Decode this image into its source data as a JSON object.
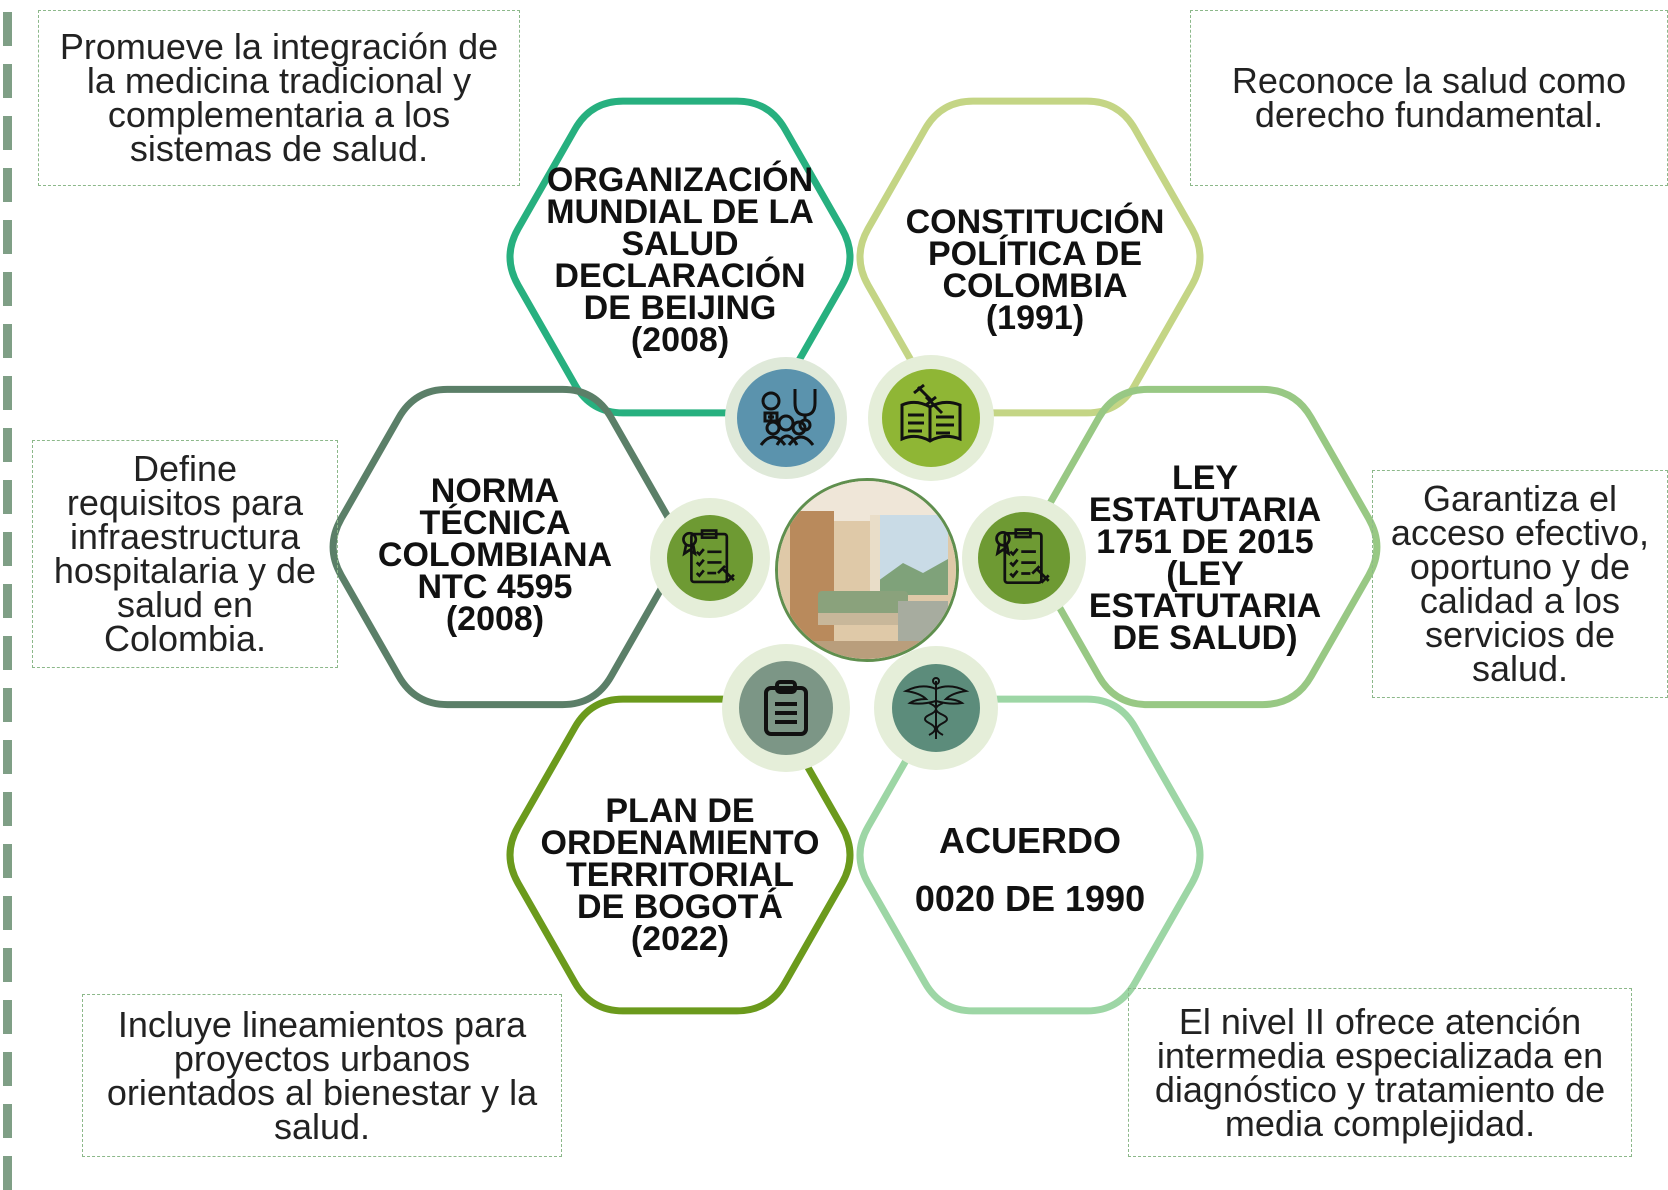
{
  "hexagons": [
    {
      "id": "oms",
      "lines": [
        "ORGANIZACIÓN",
        "MUNDIAL DE LA",
        "SALUD",
        "DECLARACIÓN",
        "DE BEIJING",
        "(2008)"
      ],
      "color": "#27b07f"
    },
    {
      "id": "constitucion",
      "lines": [
        "CONSTITUCIÓN",
        "POLÍTICA DE",
        "COLOMBIA",
        "(1991)"
      ],
      "color": "#c4d585"
    },
    {
      "id": "norma",
      "lines": [
        "NORMA",
        "TÉCNICA",
        "COLOMBIANA",
        "NTC 4595",
        "(2008)"
      ],
      "color": "#5b7f68"
    },
    {
      "id": "ley",
      "lines": [
        "LEY",
        "ESTATUTARIA",
        "1751 DE 2015",
        "(LEY",
        "ESTATUTARIA",
        "DE SALUD)"
      ],
      "color": "#98c884"
    },
    {
      "id": "plan",
      "lines": [
        "PLAN DE",
        "ORDENAMIENTO",
        "TERRITORIAL",
        "DE BOGOTÁ",
        "(2022)"
      ],
      "color": "#6b9a1c"
    },
    {
      "id": "acuerdo",
      "lines": [
        "ACUERDO",
        "0020 DE 1990"
      ],
      "color": "#9dd6a5"
    }
  ],
  "notes": {
    "oms": "Promueve la integración de la medicina tradicional y complementaria a los sistemas de salud.",
    "constitucion": "Reconoce la salud como derecho fundamental.",
    "norma": "Define requisitos para infraestructura hospitalaria y de salud en Colombia.",
    "ley": "Garantiza el acceso efectivo, oportuno y de calidad a los servicios de salud.",
    "plan": "Incluye lineamientos para proyectos urbanos orientados al bienestar y la salud.",
    "acuerdo": "El nivel II ofrece atención intermedia especializada en diagnóstico y tratamiento de media complejidad."
  },
  "icons": {
    "oms": "healthcare-team-stethoscope-icon",
    "constitucion": "law-book-gavel-icon",
    "norma": "certified-checklist-gavel-icon",
    "ley": "certified-checklist-gavel-icon",
    "plan": "clipboard-icon",
    "acuerdo": "caduceus-icon"
  },
  "colors": {
    "note_border": "#8cb88a",
    "icon_blue": "#5b93ad",
    "icon_green": "#8fb635",
    "icon_olive": "#6e9a33",
    "icon_gray": "#7c9686",
    "icon_teal": "#5c8c7b"
  }
}
